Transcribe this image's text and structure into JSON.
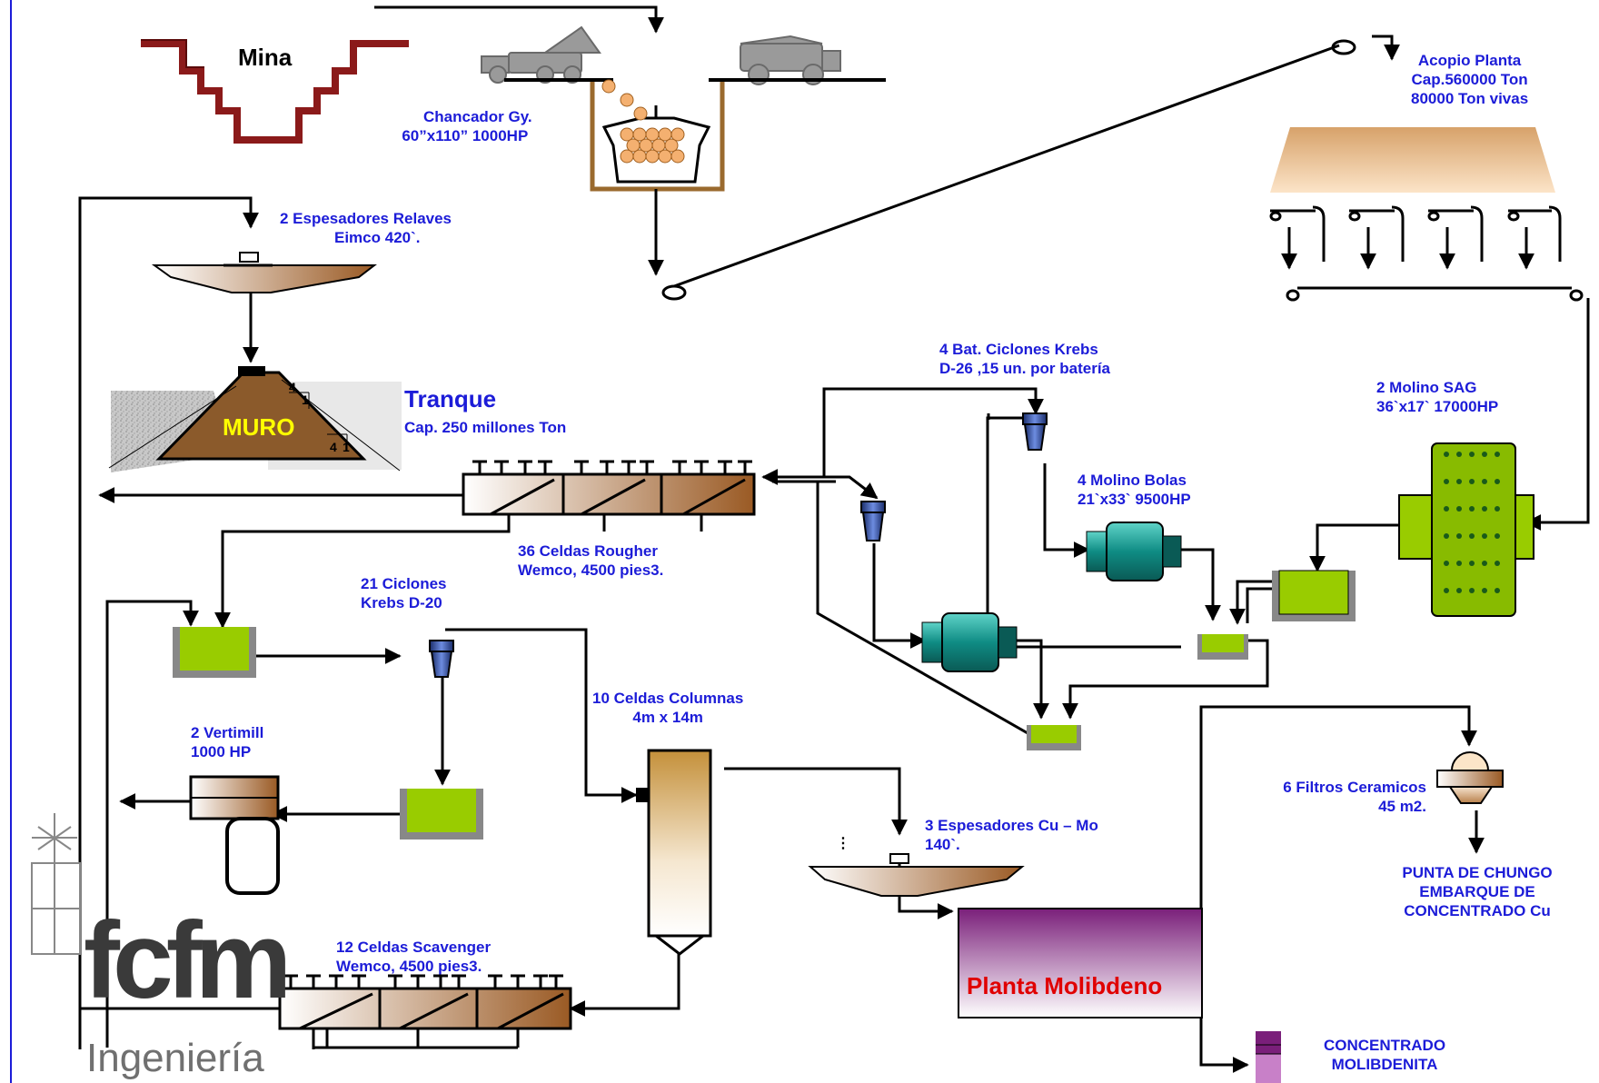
{
  "labels": {
    "mina": "Mina",
    "chancador": [
      "Chancador Gy.",
      "60”x110” 1000HP"
    ],
    "acopio": [
      "Acopio Planta",
      "Cap.560000 Ton",
      "80000 Ton vivas"
    ],
    "espesadores_relaves": [
      "2 Espesadores Relaves",
      "Eimco 420`."
    ],
    "tranque_title": "Tranque",
    "tranque_cap": "Cap. 250 millones Ton",
    "muro": "MURO",
    "ciclones_krebs": [
      "4 Bat. Ciclones Krebs",
      "D-26 ,15 un. por batería"
    ],
    "molino_sag": [
      "2 Molino SAG",
      "36`x17`  17000HP"
    ],
    "molino_bolas": [
      "4 Molino Bolas",
      "21`x33`  9500HP"
    ],
    "celdas_rougher": [
      "36 Celdas Rougher",
      "Wemco, 4500 pies3."
    ],
    "ciclones_d20": [
      "21 Ciclones",
      "Krebs D-20"
    ],
    "celdas_columnas": [
      "10 Celdas Columnas",
      "4m x 14m"
    ],
    "vertimill": [
      "2 Vertimill",
      "1000 HP"
    ],
    "espesadores_cumo": [
      "3 Espesadores Cu – Mo",
      "140`."
    ],
    "filtros": [
      "6 Filtros Ceramicos",
      "45 m2."
    ],
    "punta_chungo": [
      "PUNTA DE CHUNGO",
      "EMBARQUE DE",
      "CONCENTRADO Cu"
    ],
    "celdas_scavenger": [
      "12 Celdas Scavenger",
      "Wemco, 4500 pies3."
    ],
    "planta_molibdeno": "Planta Molibdeno",
    "concentrado_molibdenita": [
      "CONCENTRADO",
      "MOLIBDENITA"
    ],
    "ratio_one": "1",
    "ratio_four": "4",
    "dots": "⋮"
  },
  "logo": {
    "fcfm": "fcfm",
    "ingenieria": "Ingeniería"
  },
  "colors": {
    "label_blue": "#1c1cd8",
    "pit_red": "#8b1a1a",
    "tank_green": "#99cc00",
    "mill_teal": "#1aa39a",
    "cyclone_blue": "#3a5ab0",
    "molybdenum_purple": "#7a1f7a",
    "line": "#000000"
  }
}
